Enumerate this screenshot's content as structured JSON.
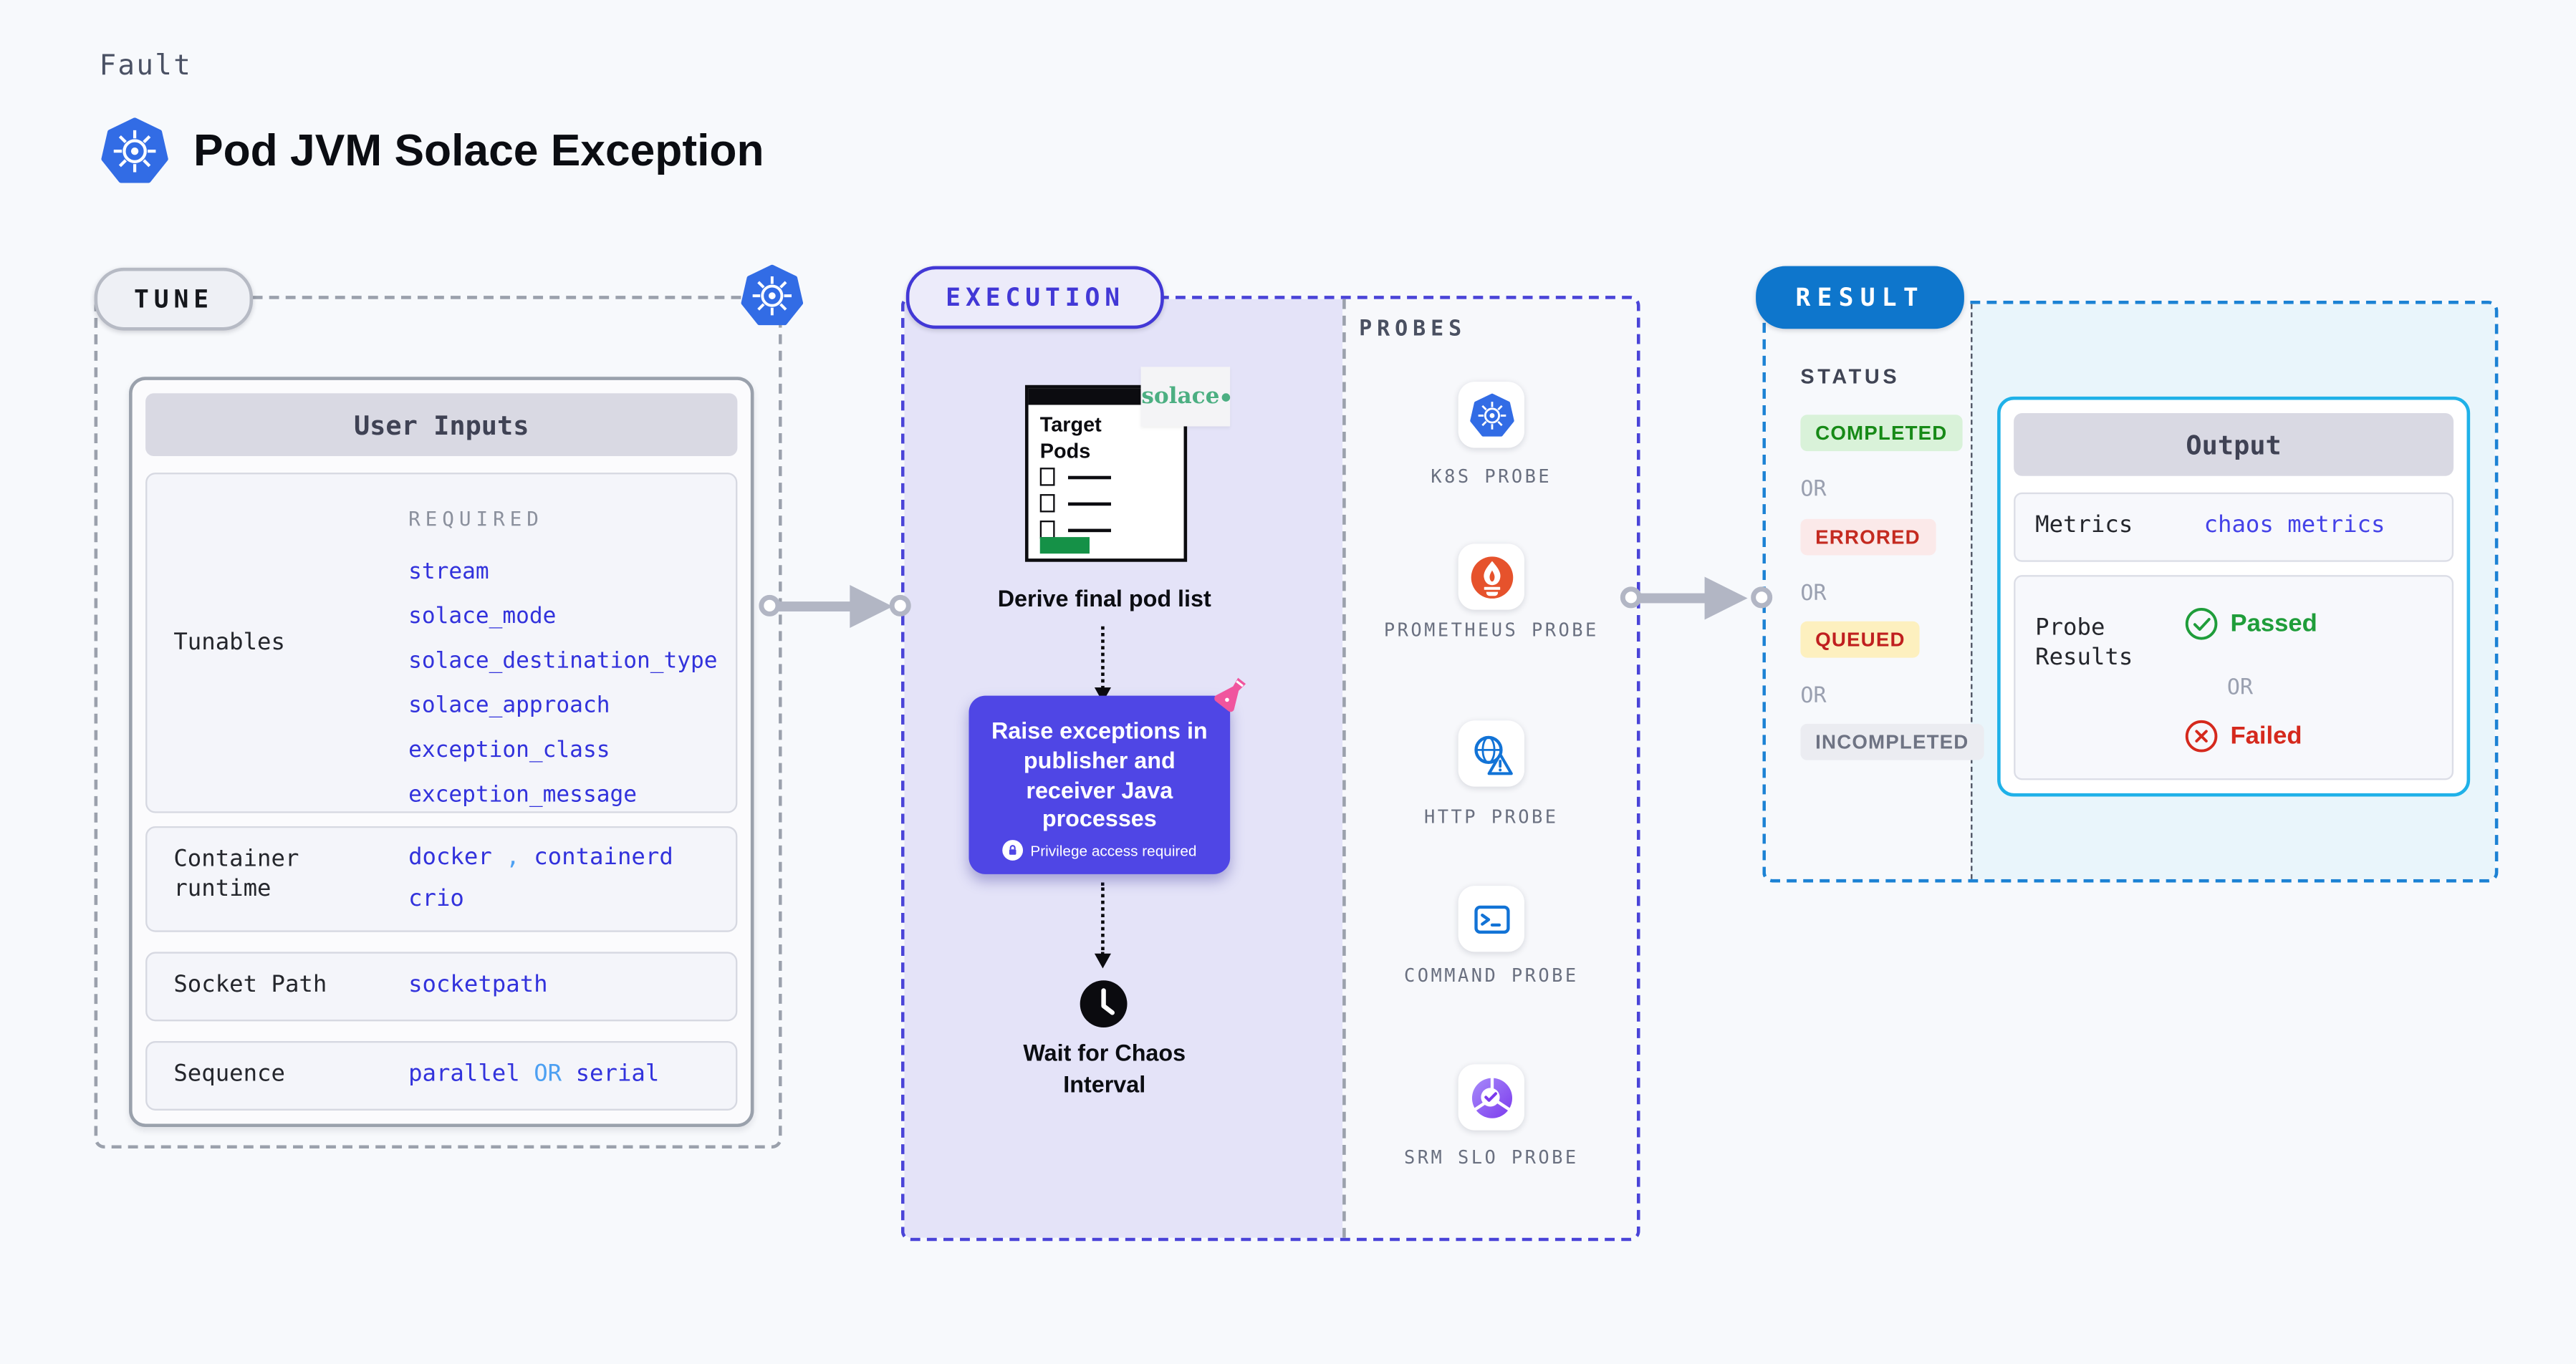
{
  "header": {
    "kicker": "Fault",
    "title": "Pod JVM Solace Exception"
  },
  "tune": {
    "badge": "TUNE",
    "user_inputs_header": "User Inputs",
    "required_label": "REQUIRED",
    "tunables_label": "Tunables",
    "tunable_items": [
      "stream",
      "solace_mode",
      "solace_destination_type",
      "solace_approach",
      "exception_class",
      "exception_message"
    ],
    "container_runtime": {
      "label": "Container runtime",
      "value1": "docker",
      "separator": ",",
      "value2": "containerd",
      "value3": "crio"
    },
    "socket_path": {
      "label": "Socket Path",
      "value": "socketpath"
    },
    "sequence": {
      "label": "Sequence",
      "value1": "parallel",
      "or": "OR",
      "value2": "serial"
    }
  },
  "execution": {
    "badge": "EXECUTION",
    "target_pods_label": "Target Pods",
    "solace_logo_text": "solace",
    "derive_step_label": "Derive final pod list",
    "action_text": "Raise exceptions in publisher and receiver Java processes",
    "privilege_note": "Privilege access required",
    "wait_step_label": "Wait for Chaos Interval",
    "probes_title": "PROBES",
    "probes": [
      {
        "label": "K8S PROBE",
        "icon": "kubernetes-icon"
      },
      {
        "label": "PROMETHEUS PROBE",
        "icon": "prometheus-icon"
      },
      {
        "label": "HTTP PROBE",
        "icon": "globe-warning-icon"
      },
      {
        "label": "COMMAND PROBE",
        "icon": "terminal-icon"
      },
      {
        "label": "SRM SLO PROBE",
        "icon": "slo-check-icon"
      }
    ]
  },
  "result": {
    "badge": "RESULT",
    "status_label": "STATUS",
    "or_label": "OR",
    "statuses": [
      {
        "text": "COMPLETED",
        "type": "success"
      },
      {
        "text": "ERRORED",
        "type": "error"
      },
      {
        "text": "QUEUED",
        "type": "warning"
      },
      {
        "text": "INCOMPLETED",
        "type": "neutral"
      }
    ],
    "output": {
      "header": "Output",
      "metrics_label": "Metrics",
      "metrics_value": "chaos metrics",
      "probe_results_label": "Probe Results",
      "passed_label": "Passed",
      "or_label": "OR",
      "failed_label": "Failed"
    }
  },
  "colors": {
    "accent_indigo": "#4F46E5",
    "accent_blue": "#0E76CC",
    "accent_cyan": "#1FB1E8",
    "value_blue": "#3232DC",
    "light_blue": "#4DA0F2",
    "success_green": "#178A17",
    "error_red": "#C42A20",
    "kubernetes_blue": "#326CE5",
    "prometheus_orange": "#E6522C",
    "solace_green": "#4CAF82",
    "flask_pink": "#F0559E"
  }
}
